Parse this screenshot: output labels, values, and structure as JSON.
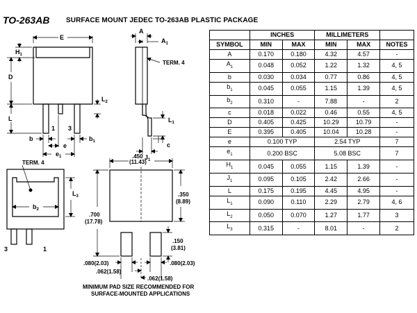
{
  "header": {
    "package_name": "TO-263AB",
    "description": "SURFACE MOUNT JEDEC TO-263AB PLASTIC PACKAGE"
  },
  "drawing": {
    "labels": {
      "E": "E",
      "A": "A",
      "A1": "A",
      "A1_sub": "1",
      "H1": "H",
      "H1_sub": "1",
      "D": "D",
      "L": "L",
      "L2": "L",
      "L2_sub": "2",
      "L1": "L",
      "L1_sub": "1",
      "term4_side": "TERM. 4",
      "term4_back": "TERM. 4",
      "lead1": "1",
      "lead3": "3",
      "lead1_back": "1",
      "lead3_back": "3",
      "b": "b",
      "b1": "b",
      "b1_sub": "1",
      "e": "e",
      "e1": "e",
      "e1_sub": "1",
      "J1": "J",
      "J1_sub": "1",
      "c": "c",
      "b2": "b",
      "b2_sub": "2",
      "L3": "L",
      "L3_sub": "3"
    },
    "pad": {
      "width_in": ".450",
      "width_mm": "(11.43)",
      "height_in": ".350",
      "height_mm": "(8.89)",
      "total_in": ".700",
      "total_mm": "(17.78)",
      "pad_h_in": ".150",
      "pad_h_mm": "(3.81)",
      "left_w": ".080(2.03)",
      "right_w": ".080(2.03)",
      "left_pitch": ".062(1.58)",
      "right_pitch": ".062(1.58)",
      "caption_line1": "MINIMUM PAD SIZE RECOMMENDED FOR",
      "caption_line2": "SURFACE-MOUNTED APPLICATIONS"
    }
  },
  "table": {
    "group_headers": {
      "inches": "INCHES",
      "millimeters": "MILLIMETERS"
    },
    "col_headers": {
      "symbol": "SYMBOL",
      "min": "MIN",
      "max": "MAX",
      "notes": "NOTES"
    },
    "rows": [
      {
        "sym": "A",
        "sub": "",
        "in_min": "0.170",
        "in_max": "0.180",
        "mm_min": "4.32",
        "mm_max": "4.57",
        "notes": "-"
      },
      {
        "sym": "A",
        "sub": "1",
        "in_min": "0.048",
        "in_max": "0.052",
        "mm_min": "1.22",
        "mm_max": "1.32",
        "notes": "4, 5"
      },
      {
        "sym": "b",
        "sub": "",
        "in_min": "0.030",
        "in_max": "0.034",
        "mm_min": "0.77",
        "mm_max": "0.86",
        "notes": "4, 5"
      },
      {
        "sym": "b",
        "sub": "1",
        "in_min": "0.045",
        "in_max": "0.055",
        "mm_min": "1.15",
        "mm_max": "1.39",
        "notes": "4, 5"
      },
      {
        "sym": "b",
        "sub": "2",
        "in_min": "0.310",
        "in_max": "-",
        "mm_min": "7.88",
        "mm_max": "-",
        "notes": "2"
      },
      {
        "sym": "c",
        "sub": "",
        "in_min": "0.018",
        "in_max": "0.022",
        "mm_min": "0.46",
        "mm_max": "0.55",
        "notes": "4, 5"
      },
      {
        "sym": "D",
        "sub": "",
        "in_min": "0.405",
        "in_max": "0.425",
        "mm_min": "10.29",
        "mm_max": "10.79",
        "notes": "-"
      },
      {
        "sym": "E",
        "sub": "",
        "in_min": "0.395",
        "in_max": "0.405",
        "mm_min": "10.04",
        "mm_max": "10.28",
        "notes": "-"
      },
      {
        "sym": "e",
        "sub": "",
        "span": true,
        "in_span": "0.100 TYP",
        "mm_span": "2.54 TYP",
        "notes": "7"
      },
      {
        "sym": "e",
        "sub": "1",
        "span": true,
        "in_span": "0.200 BSC",
        "mm_span": "5.08 BSC",
        "notes": "7"
      },
      {
        "sym": "H",
        "sub": "1",
        "in_min": "0.045",
        "in_max": "0.055",
        "mm_min": "1.15",
        "mm_max": "1.39",
        "notes": "-"
      },
      {
        "sym": "J",
        "sub": "1",
        "in_min": "0.095",
        "in_max": "0.105",
        "mm_min": "2.42",
        "mm_max": "2.66",
        "notes": "-"
      },
      {
        "sym": "L",
        "sub": "",
        "in_min": "0.175",
        "in_max": "0.195",
        "mm_min": "4.45",
        "mm_max": "4.95",
        "notes": "-"
      },
      {
        "sym": "L",
        "sub": "1",
        "in_min": "0.090",
        "in_max": "0.110",
        "mm_min": "2.29",
        "mm_max": "2.79",
        "notes": "4, 6"
      },
      {
        "sym": "L",
        "sub": "2",
        "in_min": "0.050",
        "in_max": "0.070",
        "mm_min": "1.27",
        "mm_max": "1.77",
        "notes": "3"
      },
      {
        "sym": "L",
        "sub": "3",
        "in_min": "0.315",
        "in_max": "-",
        "mm_min": "8.01",
        "mm_max": "-",
        "notes": "2"
      }
    ]
  }
}
